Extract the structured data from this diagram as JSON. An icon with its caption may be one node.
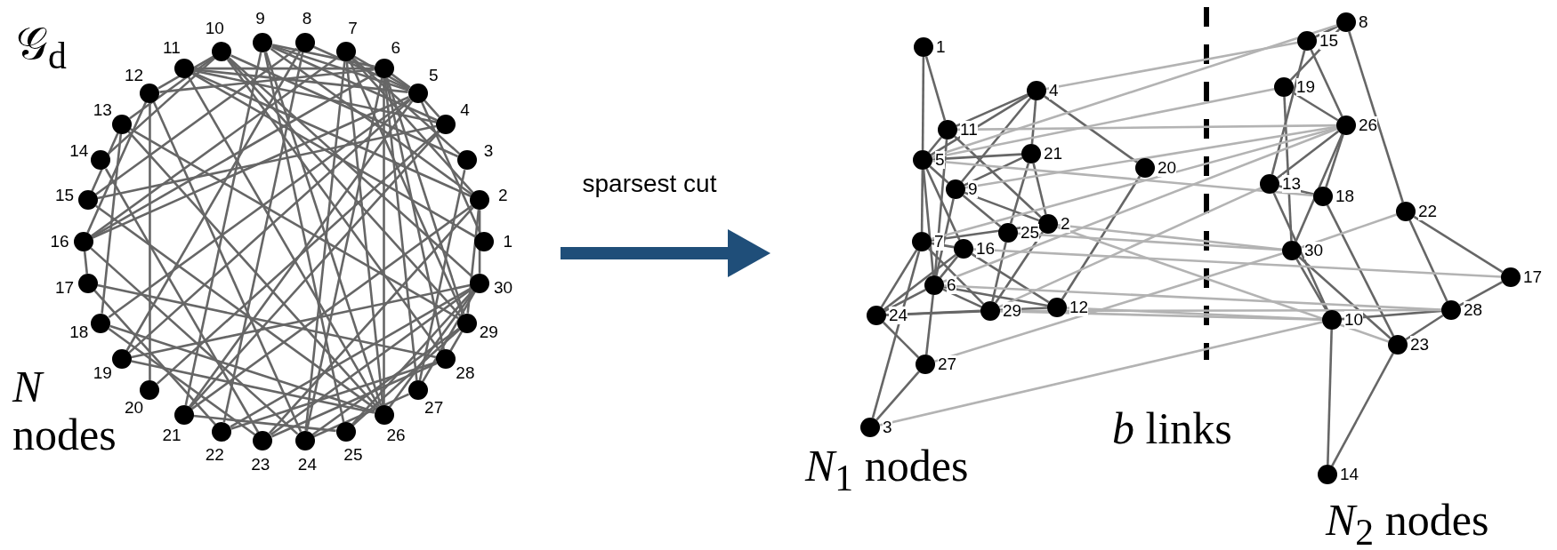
{
  "diagram": {
    "nodes": [
      {
        "text": [],
        "shape": "circle",
        "beside": [
          "1"
        ]
      },
      {
        "text": [],
        "shape": "circle",
        "beside": [
          "2"
        ]
      },
      {
        "text": [],
        "shape": "circle",
        "beside": [
          "3"
        ]
      },
      {
        "text": [],
        "shape": "circle",
        "beside": [
          "4"
        ]
      },
      {
        "text": [],
        "shape": "circle",
        "beside": [
          "5"
        ]
      },
      {
        "text": [],
        "shape": "circle",
        "beside": [
          "6"
        ]
      },
      {
        "text": [],
        "shape": "circle",
        "beside": [
          "7"
        ]
      },
      {
        "text": [],
        "shape": "circle",
        "beside": [
          "8"
        ]
      },
      {
        "text": [],
        "shape": "circle",
        "beside": [
          "9"
        ]
      },
      {
        "text": [],
        "shape": "circle",
        "beside": [
          "10"
        ]
      },
      {
        "text": [],
        "shape": "circle",
        "beside": [
          "11"
        ]
      },
      {
        "text": [],
        "shape": "circle",
        "beside": [
          "12"
        ]
      },
      {
        "text": [],
        "shape": "circle",
        "beside": [
          "13"
        ]
      },
      {
        "text": [],
        "shape": "circle",
        "beside": [
          "14"
        ]
      },
      {
        "text": [],
        "shape": "circle",
        "beside": [
          "15"
        ]
      },
      {
        "text": [],
        "shape": "circle",
        "beside": [
          "16"
        ]
      },
      {
        "text": [],
        "shape": "circle",
        "beside": [
          "17"
        ]
      },
      {
        "text": [],
        "shape": "circle",
        "beside": [
          "18"
        ]
      },
      {
        "text": [],
        "shape": "circle",
        "beside": [
          "19"
        ]
      },
      {
        "text": [],
        "shape": "circle",
        "beside": [
          "20"
        ]
      },
      {
        "text": [],
        "shape": "circle",
        "beside": [
          "21"
        ]
      },
      {
        "text": [],
        "shape": "circle",
        "beside": [
          "22"
        ]
      },
      {
        "text": [],
        "shape": "circle",
        "beside": [
          "23"
        ]
      },
      {
        "text": [],
        "shape": "circle",
        "beside": [
          "24"
        ]
      },
      {
        "text": [],
        "shape": "circle",
        "beside": [
          "25"
        ]
      },
      {
        "text": [],
        "shape": "circle",
        "beside": [
          "26"
        ]
      },
      {
        "text": [],
        "shape": "circle",
        "beside": [
          "27"
        ]
      },
      {
        "text": [],
        "shape": "circle",
        "beside": [
          "28"
        ]
      },
      {
        "text": [],
        "shape": "circle",
        "beside": [
          "29"
        ]
      },
      {
        "text": [],
        "shape": "circle",
        "beside": [
          "30"
        ]
      },
      {
        "text": [],
        "shape": "circle",
        "beside": [
          "1"
        ]
      },
      {
        "text": [],
        "shape": "circle",
        "beside": [
          "2"
        ]
      },
      {
        "text": [],
        "shape": "circle",
        "beside": [
          "3"
        ]
      },
      {
        "text": [],
        "shape": "circle",
        "beside": [
          "4"
        ]
      },
      {
        "text": [],
        "shape": "circle",
        "beside": [
          "5"
        ]
      },
      {
        "text": [],
        "shape": "circle",
        "beside": [
          "6"
        ]
      },
      {
        "text": [],
        "shape": "circle",
        "beside": [
          "7"
        ]
      },
      {
        "text": [],
        "shape": "circle",
        "beside": [
          "8"
        ]
      },
      {
        "text": [],
        "shape": "circle",
        "beside": [
          "9"
        ]
      },
      {
        "text": [],
        "shape": "circle",
        "beside": [
          "10"
        ]
      },
      {
        "text": [],
        "shape": "circle",
        "beside": [
          "11"
        ]
      },
      {
        "text": [],
        "shape": "circle",
        "beside": [
          "12"
        ]
      },
      {
        "text": [],
        "shape": "circle",
        "beside": [
          "13"
        ]
      },
      {
        "text": [],
        "shape": "circle",
        "beside": [
          "14"
        ]
      },
      {
        "text": [],
        "shape": "circle",
        "beside": [
          "15"
        ]
      },
      {
        "text": [],
        "shape": "circle",
        "beside": [
          "16"
        ]
      },
      {
        "text": [],
        "shape": "circle",
        "beside": [
          "17"
        ]
      },
      {
        "text": [],
        "shape": "circle",
        "beside": [
          "18"
        ]
      },
      {
        "text": [],
        "shape": "circle",
        "beside": [
          "19"
        ]
      },
      {
        "text": [],
        "shape": "circle",
        "beside": [
          "20"
        ]
      },
      {
        "text": [],
        "shape": "circle",
        "beside": [
          "21"
        ]
      },
      {
        "text": [],
        "shape": "circle",
        "beside": [
          "22"
        ]
      },
      {
        "text": [],
        "shape": "circle",
        "beside": [
          "23"
        ]
      },
      {
        "text": [],
        "shape": "circle",
        "beside": [
          "24"
        ]
      },
      {
        "text": [],
        "shape": "circle",
        "beside": [
          "25"
        ]
      },
      {
        "text": [],
        "shape": "circle",
        "beside": [
          "26"
        ]
      },
      {
        "text": [],
        "shape": "circle",
        "beside": [
          "27"
        ]
      },
      {
        "text": [],
        "shape": "circle",
        "beside": [
          "28"
        ]
      },
      {
        "text": [],
        "shape": "circle",
        "beside": [
          "29"
        ]
      },
      {
        "text": [],
        "shape": "circle",
        "beside": [
          "30"
        ]
      }
    ],
    "edges": [
      {
        "from": 0,
        "to": 4,
        "arrow": "none"
      },
      {
        "from": 0,
        "to": 10,
        "arrow": "none"
      },
      {
        "from": 3,
        "to": 10,
        "arrow": "none"
      },
      {
        "from": 3,
        "to": 4,
        "arrow": "none"
      },
      {
        "from": 3,
        "to": 8,
        "arrow": "none"
      },
      {
        "from": 3,
        "to": 20,
        "arrow": "none"
      },
      {
        "from": 3,
        "to": 19,
        "arrow": "none"
      },
      {
        "from": 10,
        "to": 4,
        "arrow": "none"
      },
      {
        "from": 10,
        "to": 1,
        "arrow": "none"
      },
      {
        "from": 10,
        "to": 5,
        "arrow": "none"
      },
      {
        "from": 4,
        "to": 20,
        "arrow": "none"
      },
      {
        "from": 4,
        "to": 8,
        "arrow": "none"
      },
      {
        "from": 4,
        "to": 15,
        "arrow": "none"
      },
      {
        "from": 4,
        "to": 6,
        "arrow": "none"
      },
      {
        "from": 4,
        "to": 5,
        "arrow": "none"
      },
      {
        "from": 20,
        "to": 8,
        "arrow": "none"
      },
      {
        "from": 20,
        "to": 24,
        "arrow": "none"
      },
      {
        "from": 20,
        "to": 1,
        "arrow": "none"
      },
      {
        "from": 8,
        "to": 1,
        "arrow": "none"
      },
      {
        "from": 8,
        "to": 24,
        "arrow": "none"
      },
      {
        "from": 8,
        "to": 5,
        "arrow": "none"
      },
      {
        "from": 6,
        "to": 1,
        "arrow": "none"
      },
      {
        "from": 6,
        "to": 15,
        "arrow": "none"
      },
      {
        "from": 6,
        "to": 23,
        "arrow": "none"
      },
      {
        "from": 6,
        "to": 2,
        "arrow": "none"
      },
      {
        "from": 6,
        "to": 28,
        "arrow": "none"
      },
      {
        "from": 15,
        "to": 23,
        "arrow": "none"
      },
      {
        "from": 15,
        "to": 11,
        "arrow": "none"
      },
      {
        "from": 15,
        "to": 5,
        "arrow": "none"
      },
      {
        "from": 24,
        "to": 28,
        "arrow": "none"
      },
      {
        "from": 1,
        "to": 28,
        "arrow": "none"
      },
      {
        "from": 5,
        "to": 28,
        "arrow": "none"
      },
      {
        "from": 5,
        "to": 11,
        "arrow": "none"
      },
      {
        "from": 5,
        "to": 26,
        "arrow": "none"
      },
      {
        "from": 5,
        "to": 23,
        "arrow": "none"
      },
      {
        "from": 23,
        "to": 28,
        "arrow": "none"
      },
      {
        "from": 23,
        "to": 11,
        "arrow": "none"
      },
      {
        "from": 23,
        "to": 26,
        "arrow": "none"
      },
      {
        "from": 26,
        "to": 2,
        "arrow": "none"
      },
      {
        "from": 19,
        "to": 11,
        "arrow": "none"
      },
      {
        "from": 7,
        "to": 14,
        "arrow": "none"
      },
      {
        "from": 7,
        "to": 18,
        "arrow": "none"
      },
      {
        "from": 7,
        "to": 21,
        "arrow": "none"
      },
      {
        "from": 14,
        "to": 12,
        "arrow": "none"
      },
      {
        "from": 14,
        "to": 25,
        "arrow": "none"
      },
      {
        "from": 18,
        "to": 29,
        "arrow": "none"
      },
      {
        "from": 18,
        "to": 25,
        "arrow": "none"
      },
      {
        "from": 25,
        "to": 12,
        "arrow": "none"
      },
      {
        "from": 25,
        "to": 17,
        "arrow": "none"
      },
      {
        "from": 25,
        "to": 29,
        "arrow": "none"
      },
      {
        "from": 12,
        "to": 17,
        "arrow": "none"
      },
      {
        "from": 12,
        "to": 9,
        "arrow": "none"
      },
      {
        "from": 29,
        "to": 9,
        "arrow": "none"
      },
      {
        "from": 29,
        "to": 22,
        "arrow": "none"
      },
      {
        "from": 17,
        "to": 22,
        "arrow": "none"
      },
      {
        "from": 21,
        "to": 27,
        "arrow": "none"
      },
      {
        "from": 21,
        "to": 16,
        "arrow": "none"
      },
      {
        "from": 27,
        "to": 16,
        "arrow": "none"
      },
      {
        "from": 27,
        "to": 22,
        "arrow": "none"
      },
      {
        "from": 27,
        "to": 9,
        "arrow": "none"
      },
      {
        "from": 9,
        "to": 13,
        "arrow": "none"
      },
      {
        "from": 22,
        "to": 13,
        "arrow": "none"
      },
      {
        "from": 3,
        "to": 14,
        "arrow": "none"
      },
      {
        "from": 4,
        "to": 7,
        "arrow": "none"
      },
      {
        "from": 4,
        "to": 18,
        "arrow": "none"
      },
      {
        "from": 10,
        "to": 25,
        "arrow": "none"
      },
      {
        "from": 4,
        "to": 17,
        "arrow": "none"
      },
      {
        "from": 8,
        "to": 25,
        "arrow": "none"
      },
      {
        "from": 6,
        "to": 25,
        "arrow": "none"
      },
      {
        "from": 5,
        "to": 25,
        "arrow": "none"
      },
      {
        "from": 28,
        "to": 12,
        "arrow": "none"
      },
      {
        "from": 1,
        "to": 29,
        "arrow": "none"
      },
      {
        "from": 24,
        "to": 29,
        "arrow": "none"
      },
      {
        "from": 15,
        "to": 16,
        "arrow": "none"
      },
      {
        "from": 5,
        "to": 27,
        "arrow": "none"
      },
      {
        "from": 28,
        "to": 27,
        "arrow": "none"
      },
      {
        "from": 11,
        "to": 9,
        "arrow": "none"
      },
      {
        "from": 28,
        "to": 9,
        "arrow": "none"
      },
      {
        "from": 1,
        "to": 22,
        "arrow": "none"
      },
      {
        "from": 26,
        "to": 29,
        "arrow": "none"
      },
      {
        "from": 2,
        "to": 9,
        "arrow": "none"
      },
      {
        "from": 29,
        "to": 21,
        "arrow": "none"
      },
      {
        "from": 30,
        "to": 34,
        "arrow": "none"
      },
      {
        "from": 30,
        "to": 40,
        "arrow": "none"
      },
      {
        "from": 33,
        "to": 40,
        "arrow": "none"
      },
      {
        "from": 33,
        "to": 34,
        "arrow": "none"
      },
      {
        "from": 33,
        "to": 38,
        "arrow": "none"
      },
      {
        "from": 33,
        "to": 50,
        "arrow": "none"
      },
      {
        "from": 33,
        "to": 49,
        "arrow": "none"
      },
      {
        "from": 40,
        "to": 34,
        "arrow": "none"
      },
      {
        "from": 40,
        "to": 31,
        "arrow": "none"
      },
      {
        "from": 40,
        "to": 35,
        "arrow": "none"
      },
      {
        "from": 34,
        "to": 50,
        "arrow": "none"
      },
      {
        "from": 34,
        "to": 38,
        "arrow": "none"
      },
      {
        "from": 34,
        "to": 45,
        "arrow": "none"
      },
      {
        "from": 34,
        "to": 36,
        "arrow": "none"
      },
      {
        "from": 34,
        "to": 35,
        "arrow": "none"
      },
      {
        "from": 50,
        "to": 38,
        "arrow": "none"
      },
      {
        "from": 50,
        "to": 54,
        "arrow": "none"
      },
      {
        "from": 50,
        "to": 31,
        "arrow": "none"
      },
      {
        "from": 38,
        "to": 31,
        "arrow": "none"
      },
      {
        "from": 38,
        "to": 54,
        "arrow": "none"
      },
      {
        "from": 38,
        "to": 35,
        "arrow": "none"
      },
      {
        "from": 36,
        "to": 31,
        "arrow": "none"
      },
      {
        "from": 36,
        "to": 45,
        "arrow": "none"
      },
      {
        "from": 36,
        "to": 53,
        "arrow": "none"
      },
      {
        "from": 36,
        "to": 32,
        "arrow": "none"
      },
      {
        "from": 36,
        "to": 58,
        "arrow": "none"
      },
      {
        "from": 45,
        "to": 53,
        "arrow": "none"
      },
      {
        "from": 45,
        "to": 41,
        "arrow": "none"
      },
      {
        "from": 45,
        "to": 35,
        "arrow": "none"
      },
      {
        "from": 54,
        "to": 58,
        "arrow": "none"
      },
      {
        "from": 31,
        "to": 58,
        "arrow": "none"
      },
      {
        "from": 35,
        "to": 58,
        "arrow": "none"
      },
      {
        "from": 35,
        "to": 41,
        "arrow": "none"
      },
      {
        "from": 35,
        "to": 56,
        "arrow": "none"
      },
      {
        "from": 35,
        "to": 53,
        "arrow": "none"
      },
      {
        "from": 53,
        "to": 58,
        "arrow": "none"
      },
      {
        "from": 53,
        "to": 41,
        "arrow": "none"
      },
      {
        "from": 53,
        "to": 56,
        "arrow": "none"
      },
      {
        "from": 56,
        "to": 32,
        "arrow": "none"
      },
      {
        "from": 49,
        "to": 41,
        "arrow": "none"
      },
      {
        "from": 37,
        "to": 44,
        "arrow": "none"
      },
      {
        "from": 37,
        "to": 48,
        "arrow": "none"
      },
      {
        "from": 37,
        "to": 51,
        "arrow": "none"
      },
      {
        "from": 44,
        "to": 42,
        "arrow": "none"
      },
      {
        "from": 44,
        "to": 55,
        "arrow": "none"
      },
      {
        "from": 48,
        "to": 59,
        "arrow": "none"
      },
      {
        "from": 48,
        "to": 55,
        "arrow": "none"
      },
      {
        "from": 55,
        "to": 42,
        "arrow": "none"
      },
      {
        "from": 55,
        "to": 47,
        "arrow": "none"
      },
      {
        "from": 55,
        "to": 59,
        "arrow": "none"
      },
      {
        "from": 42,
        "to": 47,
        "arrow": "none"
      },
      {
        "from": 42,
        "to": 39,
        "arrow": "none"
      },
      {
        "from": 59,
        "to": 39,
        "arrow": "none"
      },
      {
        "from": 59,
        "to": 52,
        "arrow": "none"
      },
      {
        "from": 47,
        "to": 52,
        "arrow": "none"
      },
      {
        "from": 51,
        "to": 57,
        "arrow": "none"
      },
      {
        "from": 51,
        "to": 46,
        "arrow": "none"
      },
      {
        "from": 57,
        "to": 46,
        "arrow": "none"
      },
      {
        "from": 57,
        "to": 52,
        "arrow": "none"
      },
      {
        "from": 57,
        "to": 39,
        "arrow": "none"
      },
      {
        "from": 39,
        "to": 43,
        "arrow": "none"
      },
      {
        "from": 52,
        "to": 43,
        "arrow": "none"
      },
      {
        "from": 33,
        "to": 44,
        "arrow": "none",
        "color": "#b3b3b3"
      },
      {
        "from": 34,
        "to": 37,
        "arrow": "none",
        "color": "#b3b3b3"
      },
      {
        "from": 34,
        "to": 48,
        "arrow": "none",
        "color": "#b3b3b3"
      },
      {
        "from": 40,
        "to": 55,
        "arrow": "none",
        "color": "#b3b3b3"
      },
      {
        "from": 34,
        "to": 47,
        "arrow": "none",
        "color": "#b3b3b3"
      },
      {
        "from": 38,
        "to": 55,
        "arrow": "none",
        "color": "#b3b3b3"
      },
      {
        "from": 36,
        "to": 55,
        "arrow": "none",
        "color": "#b3b3b3"
      },
      {
        "from": 35,
        "to": 55,
        "arrow": "none",
        "color": "#b3b3b3"
      },
      {
        "from": 58,
        "to": 42,
        "arrow": "none",
        "color": "#b3b3b3"
      },
      {
        "from": 31,
        "to": 59,
        "arrow": "none",
        "color": "#b3b3b3"
      },
      {
        "from": 54,
        "to": 59,
        "arrow": "none",
        "color": "#b3b3b3"
      },
      {
        "from": 45,
        "to": 46,
        "arrow": "none",
        "color": "#b3b3b3"
      },
      {
        "from": 35,
        "to": 57,
        "arrow": "none",
        "color": "#b3b3b3"
      },
      {
        "from": 58,
        "to": 57,
        "arrow": "none",
        "color": "#b3b3b3"
      },
      {
        "from": 41,
        "to": 39,
        "arrow": "none",
        "color": "#b3b3b3"
      },
      {
        "from": 58,
        "to": 39,
        "arrow": "none",
        "color": "#b3b3b3"
      },
      {
        "from": 31,
        "to": 52,
        "arrow": "none",
        "color": "#b3b3b3"
      },
      {
        "from": 56,
        "to": 59,
        "arrow": "none",
        "color": "#b3b3b3"
      },
      {
        "from": 32,
        "to": 39,
        "arrow": "none",
        "color": "#b3b3b3"
      },
      {
        "from": 59,
        "to": 51,
        "arrow": "none",
        "color": "#b3b3b3"
      }
    ],
    "labels": [
      "𝒢$_{d}$",
      "*N* nodes",
      "sparsest cut",
      "*N*$_{1}$ nodes",
      "*b* links",
      "*N*$_{2}$ nodes"
    ]
  }
}
